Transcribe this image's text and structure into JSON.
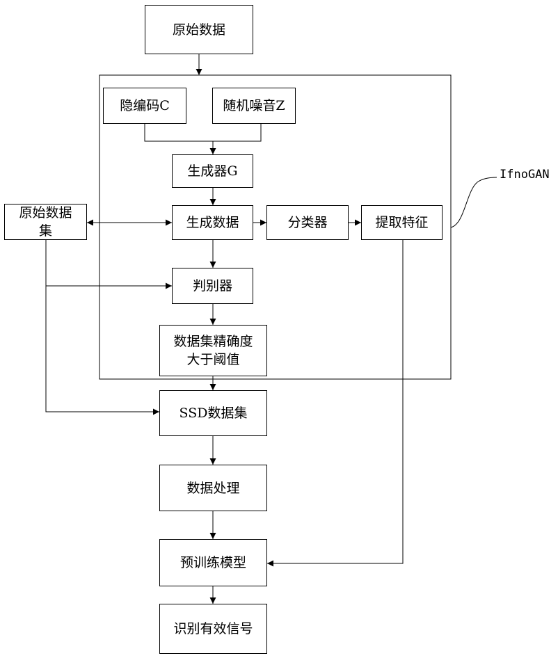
{
  "nodes": {
    "raw_data": "原始数据",
    "latent_code": "隐编码C",
    "random_noise": "随机噪音Z",
    "generator": "生成器G",
    "generated_data": "生成数据",
    "classifier": "分类器",
    "extract_features": "提取特征",
    "raw_dataset": "原始数据\n集",
    "discriminator": "判别器",
    "accuracy_threshold": "数据集精确度\n大于阈值",
    "ssd_dataset": "SSD数据集",
    "data_processing": "数据处理",
    "pretrain_model": "预训练模型",
    "recognize_signal": "识别有效信号"
  },
  "group_label": "IfnoGAN"
}
